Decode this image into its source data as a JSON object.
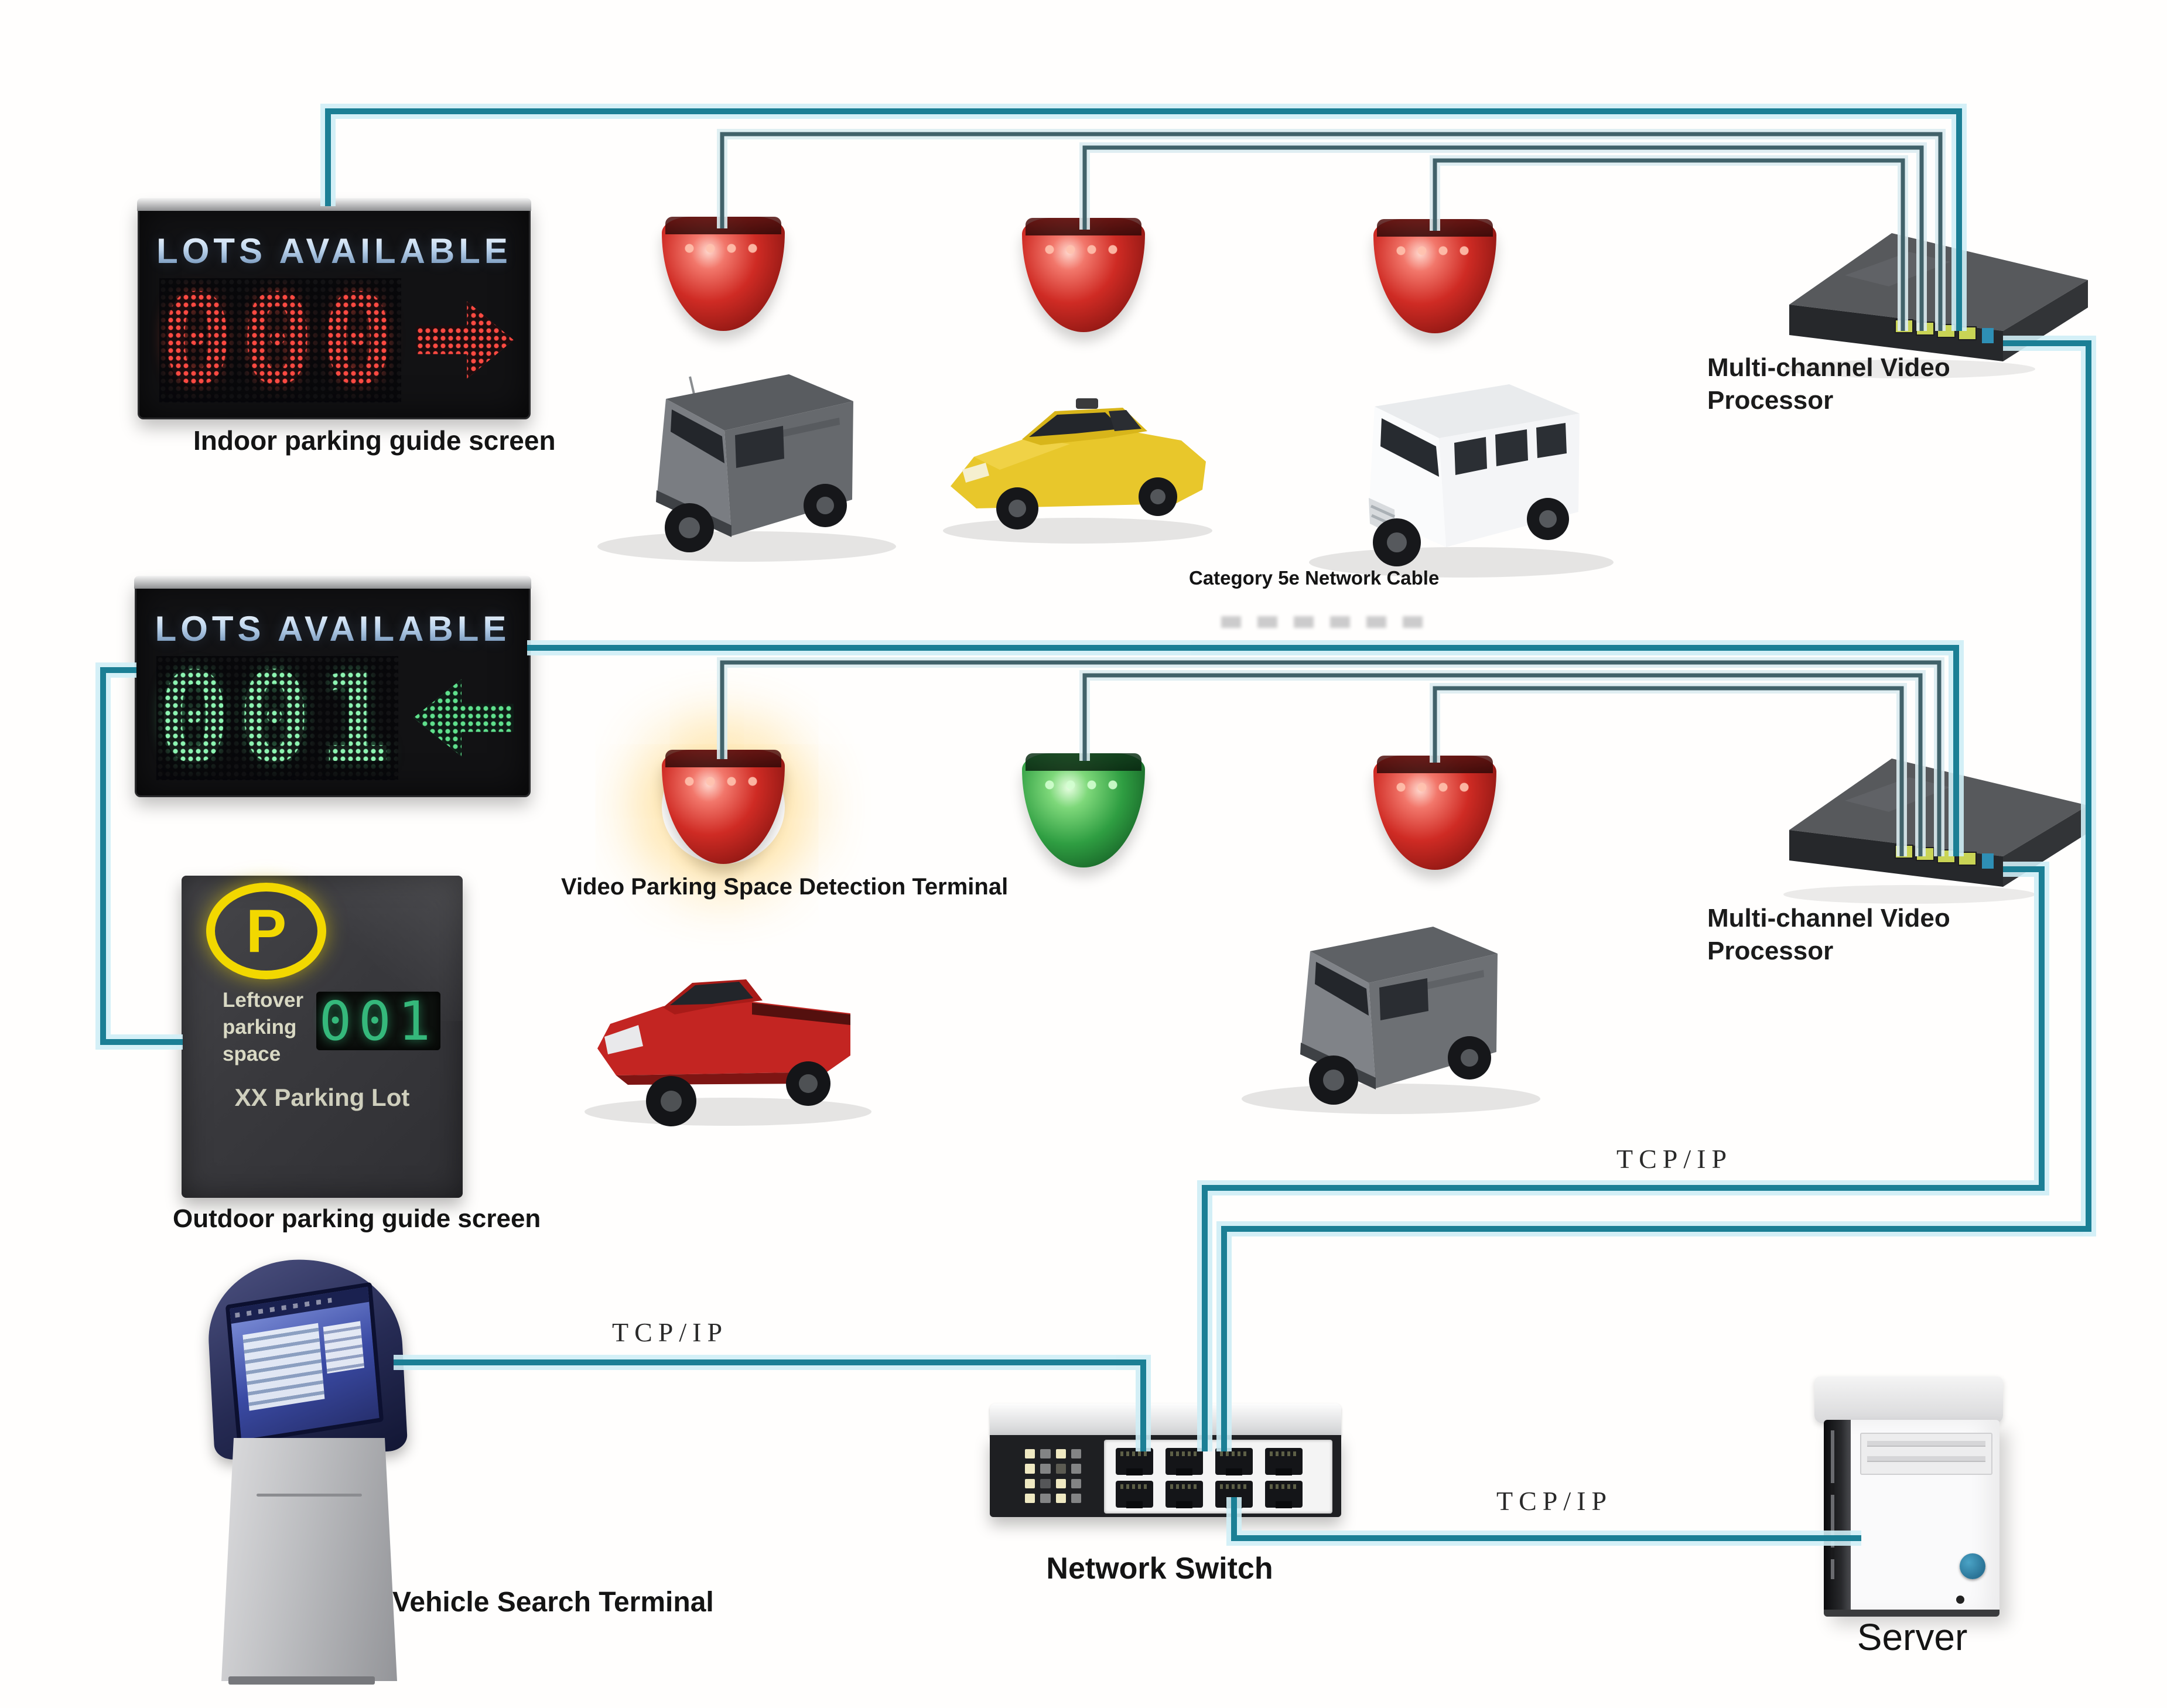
{
  "colors": {
    "cable_teal": "#1b7f95",
    "cable_glow": "#cfeef6",
    "cable_dark": "#41626a",
    "red_led": "#ff4a42",
    "green_led": "#8df5b2",
    "parking_yellow": "#f2d800",
    "count_green": "#35b87b"
  },
  "indoor_sign": {
    "title": "LOTS AVAILABLE",
    "count": "000",
    "label": "Indoor parking guide screen"
  },
  "mid_sign": {
    "title": "LOTS AVAILABLE",
    "count": "001"
  },
  "outdoor_sign": {
    "p": "P",
    "caption": "Leftover parking space",
    "count": "001",
    "lot": "XX Parking Lot",
    "label": "Outdoor parking guide screen"
  },
  "detection": {
    "label": "Video Parking Space Detection Terminal"
  },
  "cable_label": "Category 5e Network Cable",
  "tcpip": "TCP/IP",
  "processor_top": {
    "line1": "Multi-channel Video",
    "line2": "Processor"
  },
  "processor_mid": {
    "line1": "Multi-channel Video",
    "line2": "Processor"
  },
  "switch": {
    "label": "Network Switch"
  },
  "server": {
    "label": "Server"
  },
  "kiosk": {
    "label": "Vehicle Search Terminal"
  }
}
